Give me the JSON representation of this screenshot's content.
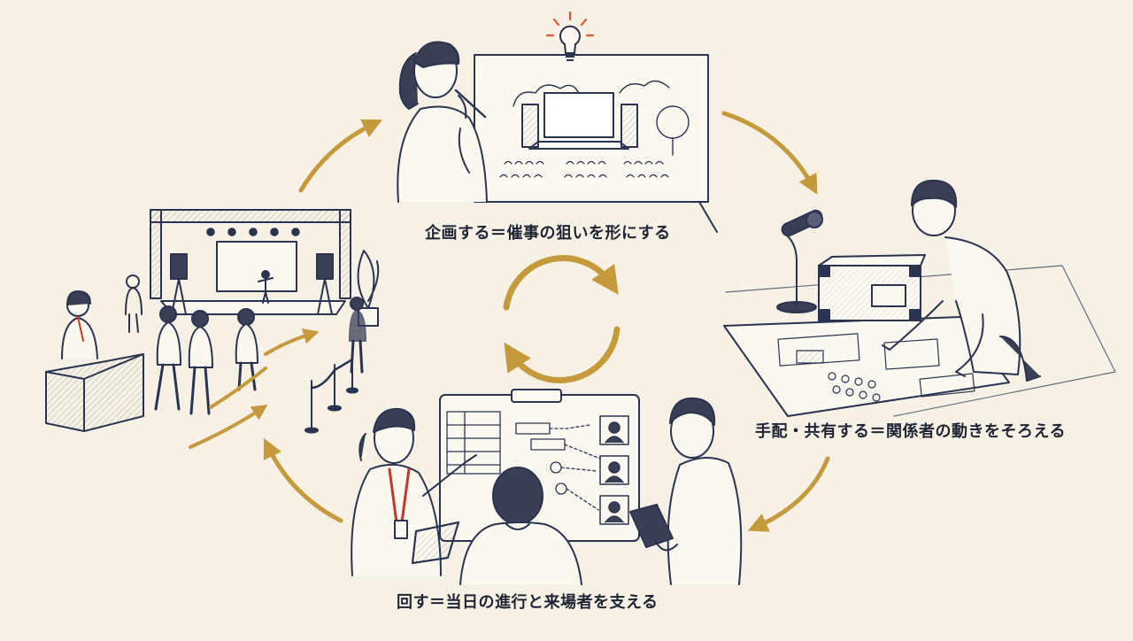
{
  "labels": {
    "plan": "企画する＝催事の狙いを形にする",
    "arrange": "手配・共有する＝関係者の動きをそろえる",
    "operate": "回す＝当日の進行と来場者を支える"
  },
  "colors": {
    "background": "#f6f1e4",
    "ink": "#2a3350",
    "arrow": "#c49a3c",
    "bulb_rays": "#e05a3a",
    "lanyard": "#c0392b"
  },
  "icons": [
    "lightbulb-icon",
    "cycle-arrows-icon",
    "microphone-icon",
    "flight-case-icon"
  ]
}
